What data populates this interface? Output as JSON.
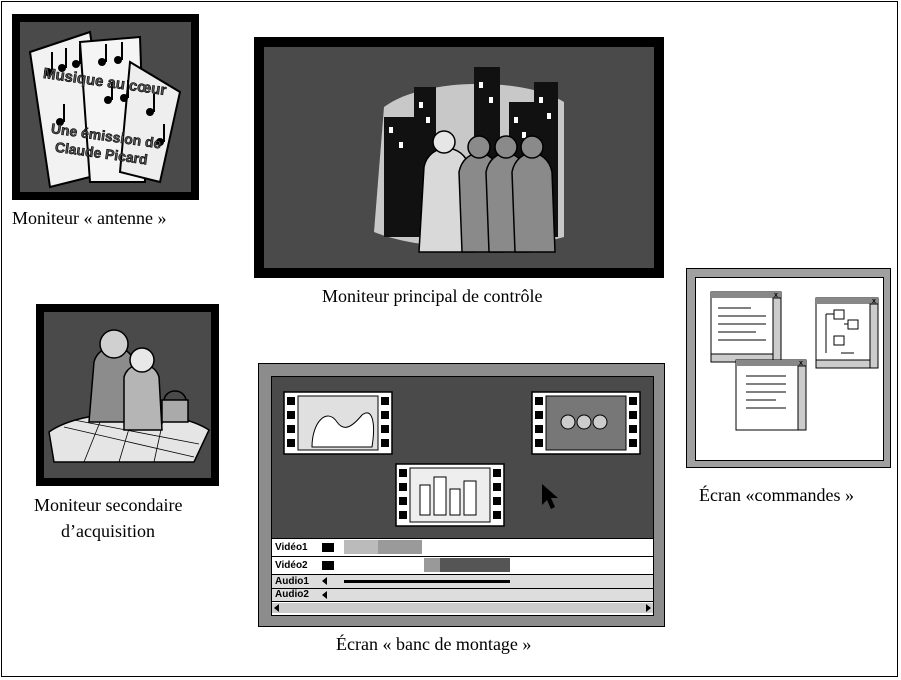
{
  "captions": {
    "antenne": "Moniteur « antenne »",
    "principal": "Moniteur principal de contrôle",
    "secondaire_line1": "Moniteur secondaire",
    "secondaire_line2": "d’acquisition",
    "montage": "Écran « banc de montage »",
    "commandes": "Écran «commandes »"
  },
  "antenne_art": {
    "line1": "Musique au cœur",
    "line2": "Une émission de",
    "line3": "Claude Picard"
  },
  "timeline": {
    "tracks": [
      "Vidéo1",
      "Vidéo2",
      "Audio1",
      "Audio2"
    ]
  },
  "icons": [
    "music-sheets-icon",
    "city-crowd-icon",
    "elderly-couple-icon",
    "film-strip-icon",
    "cursor-arrow-icon",
    "window-icon"
  ]
}
